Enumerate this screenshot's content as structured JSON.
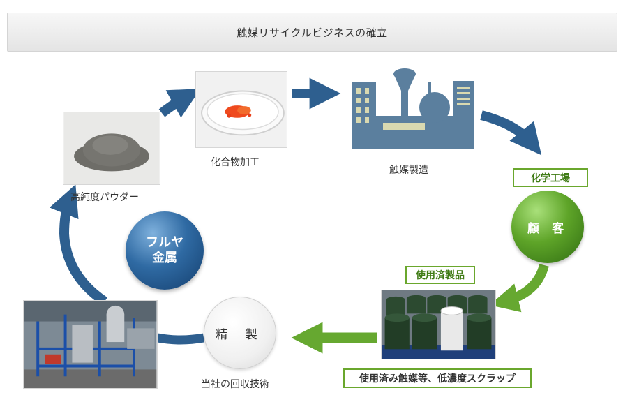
{
  "header": {
    "title": "触媒リサイクルビジネスの確立"
  },
  "nodes": {
    "powder": {
      "caption": "高純度パウダー"
    },
    "compound": {
      "caption": "化合物加工"
    },
    "catalyst_manufacturing": {
      "caption": "触媒製造"
    },
    "chemical_plant": {
      "label": "化学工場"
    },
    "customer": {
      "label": "顧 客"
    },
    "used_products": {
      "label": "使用済製品"
    },
    "scrap": {
      "label": "使用済み触媒等、低濃度スクラップ"
    },
    "refining": {
      "label": "精 製"
    },
    "recovery": {
      "caption": "当社の回収技術"
    },
    "company": {
      "line1": "フルヤ",
      "line2": "金属"
    }
  },
  "colors": {
    "blue_arrow": "#2e5f8f",
    "green_arrow": "#66a830",
    "factory": "#5b7f9e",
    "factory_window": "#d9d9b0"
  }
}
